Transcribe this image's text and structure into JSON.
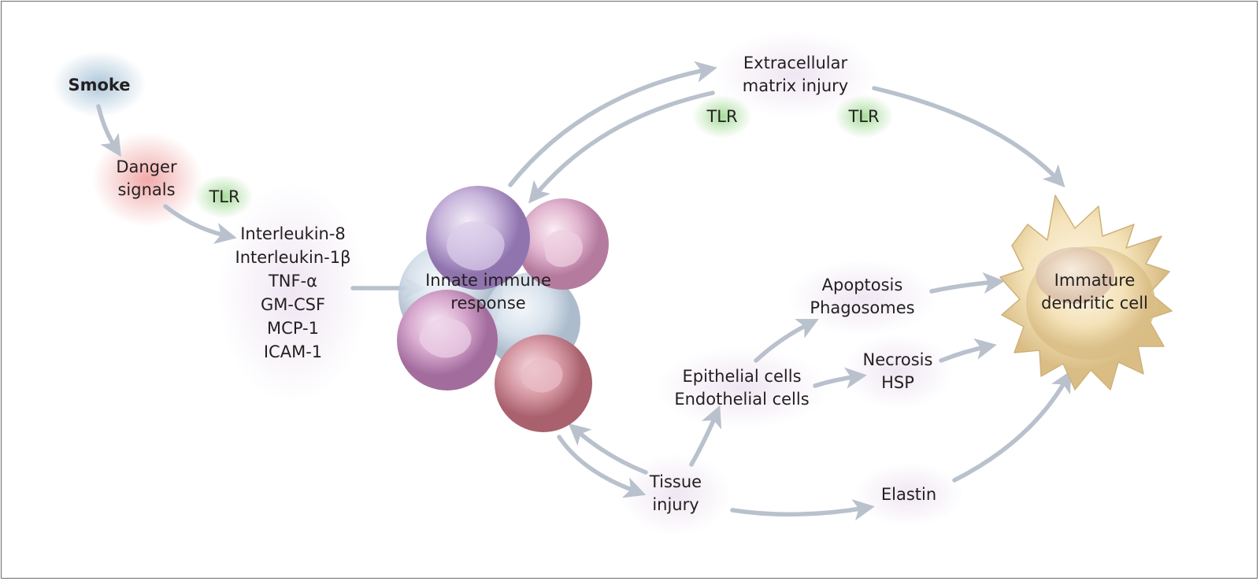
{
  "nodes": {
    "smoke": "Smoke",
    "danger_signals": "Danger\nsignals",
    "tlr_left": "TLR",
    "mediators": [
      "Interleukin-8",
      "Interleukin-1β",
      "TNF-α",
      "GM-CSF",
      "MCP-1",
      "ICAM-1"
    ],
    "innate_immune_response": "Innate immune\nresponse",
    "extracellular_matrix_injury": "Extracellular\nmatrix injury",
    "tlr_top_left": "TLR",
    "tlr_top_right": "TLR",
    "apoptosis_phagosomes": "Apoptosis\nPhagosomes",
    "epithelial_endothelial": "Epithelial cells\nEndothelial cells",
    "necrosis_hsp": "Necrosis\nHSP",
    "tissue_injury": "Tissue\ninjury",
    "elastin": "Elastin",
    "immature_dendritic_cell": "Immature\ndendritic cell"
  },
  "colors": {
    "arrow": "#b9c1cd",
    "smoke_glow": "#a9c4d8",
    "danger_glow": "#f0a0a0",
    "tlr_glow": "#a8dc9c",
    "label_glow": "#efe6f2",
    "dendritic_cell": "#f4e2b8"
  }
}
